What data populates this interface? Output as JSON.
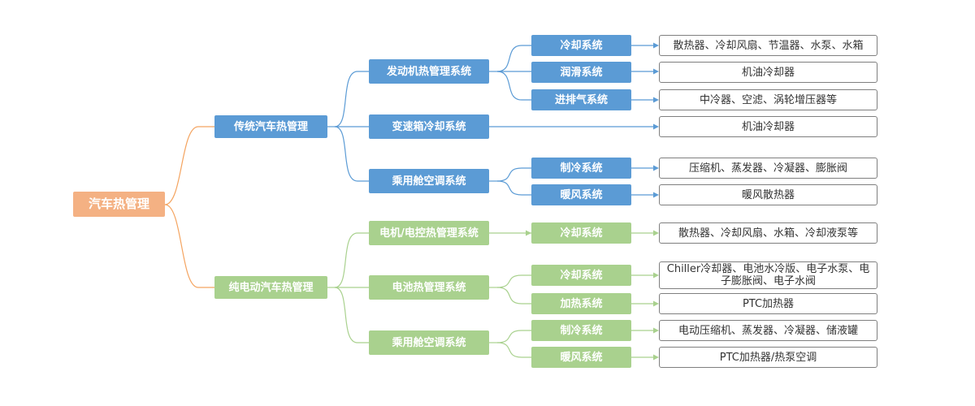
{
  "root": "汽车热管理",
  "branches": {
    "traditional": {
      "label": "传统汽车热管理",
      "engine": {
        "label": "发动机热管理系统",
        "cooling": {
          "label": "冷却系统",
          "components": "散热器、冷却风扇、节温器、水泵、水箱"
        },
        "lubrication": {
          "label": "润滑系统",
          "components": "机油冷却器"
        },
        "intake_exhaust": {
          "label": "进排气系统",
          "components": "中冷器、空滤、涡轮增压器等"
        }
      },
      "transmission": {
        "label": "变速箱冷却系统",
        "components": "机油冷却器"
      },
      "cabin_ac": {
        "label": "乘用舱空调系统",
        "refrigeration": {
          "label": "制冷系统",
          "components": "压缩机、蒸发器、冷凝器、膨胀阀"
        },
        "heating": {
          "label": "暖风系统",
          "components": "暖风散热器"
        }
      }
    },
    "electric": {
      "label": "纯电动汽车热管理",
      "motor": {
        "label": "电机/电控热管理系统",
        "cooling": {
          "label": "冷却系统",
          "components": "散热器、冷却风扇、水箱、冷却液泵等"
        }
      },
      "battery": {
        "label": "电池热管理系统",
        "cooling": {
          "label": "冷却系统",
          "components": "Chiller冷却器、电池水冷版、电子水泵、电子膨胀阀、电子水阀"
        },
        "heating": {
          "label": "加热系统",
          "components": "PTC加热器"
        }
      },
      "cabin_ac": {
        "label": "乘用舱空调系统",
        "refrigeration": {
          "label": "制冷系统",
          "components": "电动压缩机、蒸发器、冷凝器、储液罐"
        },
        "heating": {
          "label": "暖风系统",
          "components": "PTC加热器/热泵空调"
        }
      }
    }
  },
  "colors": {
    "root": "#F4B183",
    "root_lines": "#F4A460",
    "traditional": "#5B9BD5",
    "electric": "#A9D18E",
    "leaf_border": "#7F7F7F"
  }
}
